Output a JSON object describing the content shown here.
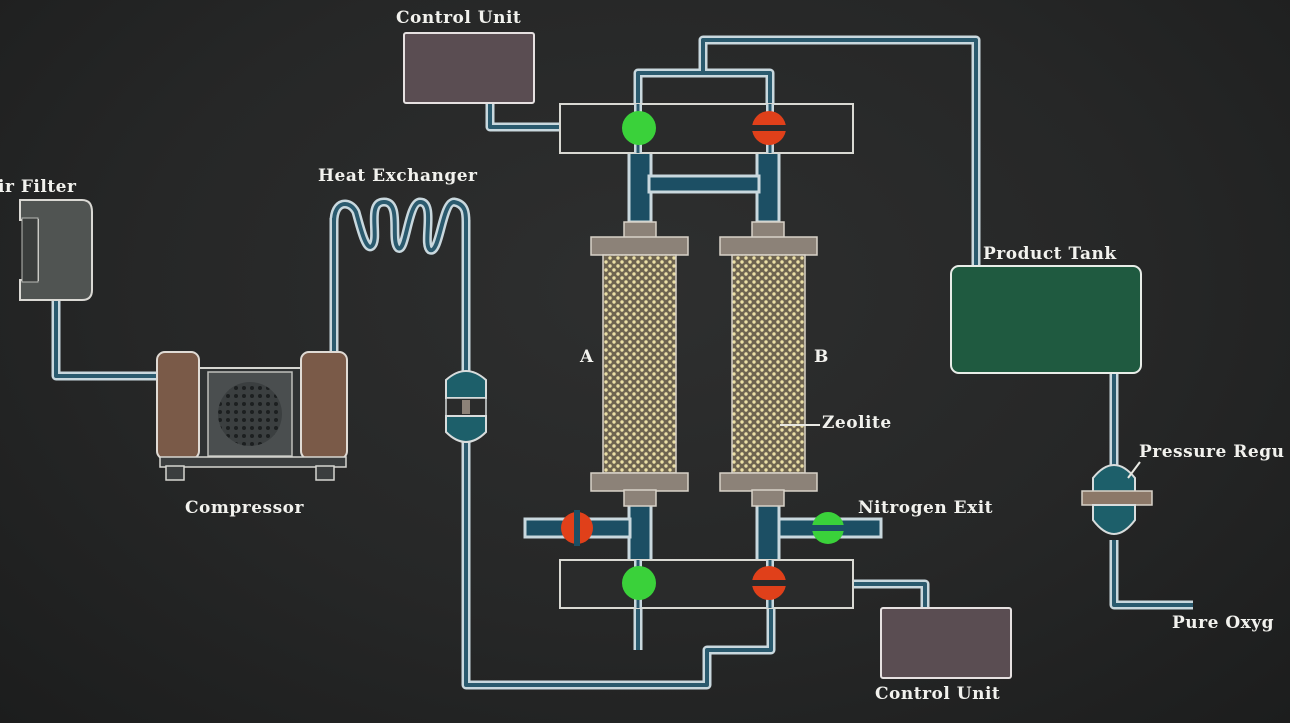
{
  "labels": {
    "control_unit_top": "Control Unit",
    "control_unit_bottom": "Control Unit",
    "air_filter": "ir Filter",
    "heat_exchanger": "Heat Exchanger",
    "compressor": "Compressor",
    "product_tank": "Product Tank",
    "column_a": "A",
    "column_b": "B",
    "zeolite": "Zeolite",
    "nitrogen_exit": "Nitrogen Exit",
    "pressure_regulator": "Pressure Regu",
    "pure_oxygen": "Pure Oxyg"
  },
  "valve_states": {
    "top_left": "open",
    "top_right": "closed",
    "bottom_left": "open",
    "bottom_right": "closed",
    "inlet_side": "closed",
    "nitrogen_exit": "open"
  },
  "colors": {
    "background": "#262727",
    "pipe_outline": "#c9d8de",
    "pipe_fill": "#1c4f64",
    "valve_open": "#3ad13a",
    "valve_closed": "#e0401a",
    "control_unit": "#5a4d52",
    "product_tank": "#1f5a40",
    "compressor_side": "#7a5a48",
    "zeolite_bed": "#7b7058",
    "zeolite_bead": "#e8dca0"
  }
}
